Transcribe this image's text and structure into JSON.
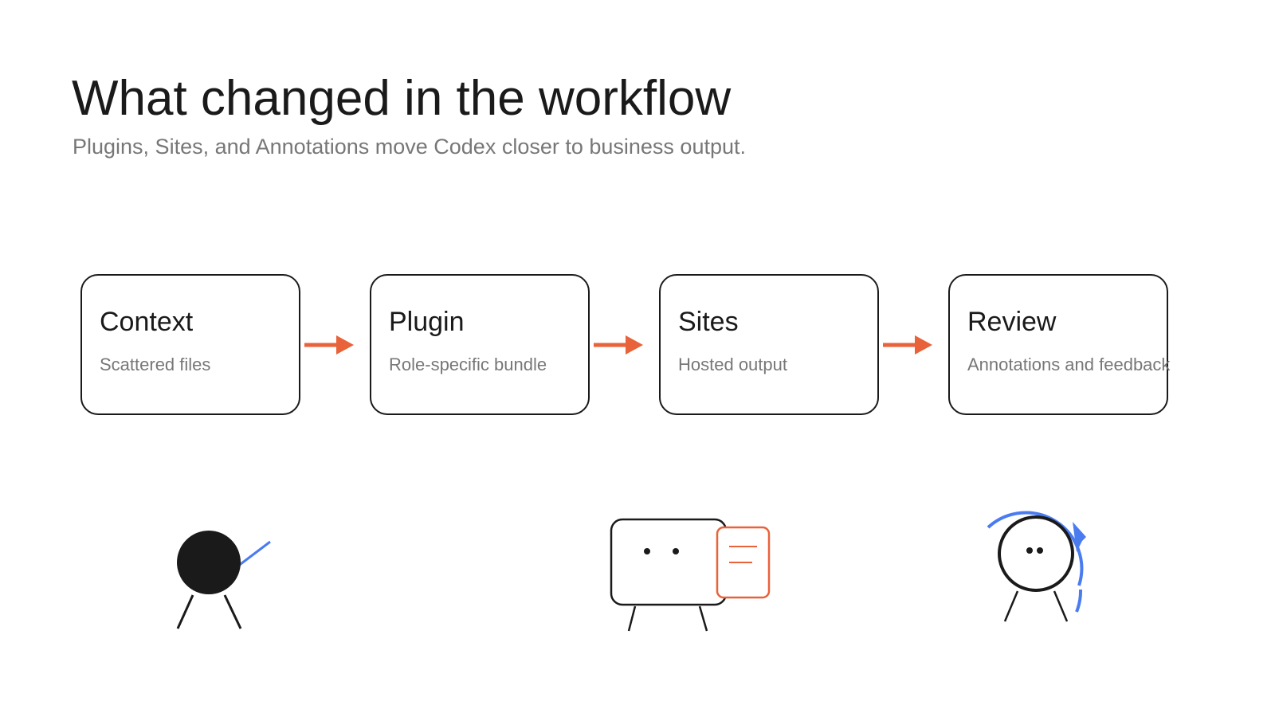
{
  "slide": {
    "title": "What changed in the workflow",
    "subtitle": "Plugins, Sites, and Annotations move Codex closer to business output."
  },
  "steps": [
    {
      "title": "Context",
      "description": "Scattered files"
    },
    {
      "title": "Plugin",
      "description": "Role-specific bundle"
    },
    {
      "title": "Sites",
      "description": "Hosted output"
    },
    {
      "title": "Review",
      "description": "Annotations and feedback"
    }
  ],
  "connectors": [
    {
      "from": "Context",
      "to": "Plugin",
      "icon": "arrow-right-icon"
    },
    {
      "from": "Plugin",
      "to": "Sites",
      "icon": "arrow-right-icon"
    },
    {
      "from": "Sites",
      "to": "Review",
      "icon": "arrow-right-icon"
    }
  ],
  "illustrations": [
    {
      "name": "ball-character-icon"
    },
    {
      "name": "screen-character-with-document-icon"
    },
    {
      "name": "ring-character-with-refresh-arrow-icon"
    }
  ],
  "colors": {
    "text": "#1a1a1a",
    "muted": "#777777",
    "accent": "#e8623a",
    "blue": "#4a7cf0"
  }
}
